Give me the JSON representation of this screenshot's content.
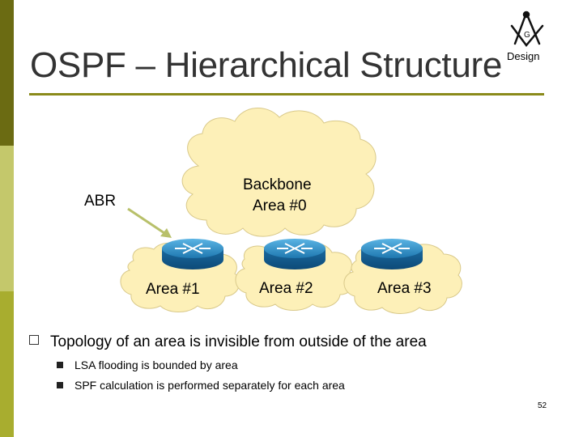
{
  "slide": {
    "title": "OSPF – Hierarchical Structure",
    "design_label": "Design",
    "page_number": "52"
  },
  "diagram": {
    "backbone_label_line1": "Backbone",
    "backbone_label_line2": "Area #0",
    "abr_label": "ABR",
    "areas": [
      {
        "label": "Area #1"
      },
      {
        "label": "Area #2"
      },
      {
        "label": "Area #3"
      }
    ]
  },
  "bullets": {
    "main": "Topology of an area is invisible from outside of the area",
    "sub": [
      "LSA flooding is bounded by area",
      "SPF calculation is performed separately for each area"
    ]
  },
  "colors": {
    "cloud_fill": "#fdf0b8",
    "router_blue": "#2a8cc4",
    "sidebar_dark": "#6b6b12",
    "rule": "#8a8a1a"
  },
  "icons": [
    "square-and-compass-icon",
    "router-icon"
  ]
}
